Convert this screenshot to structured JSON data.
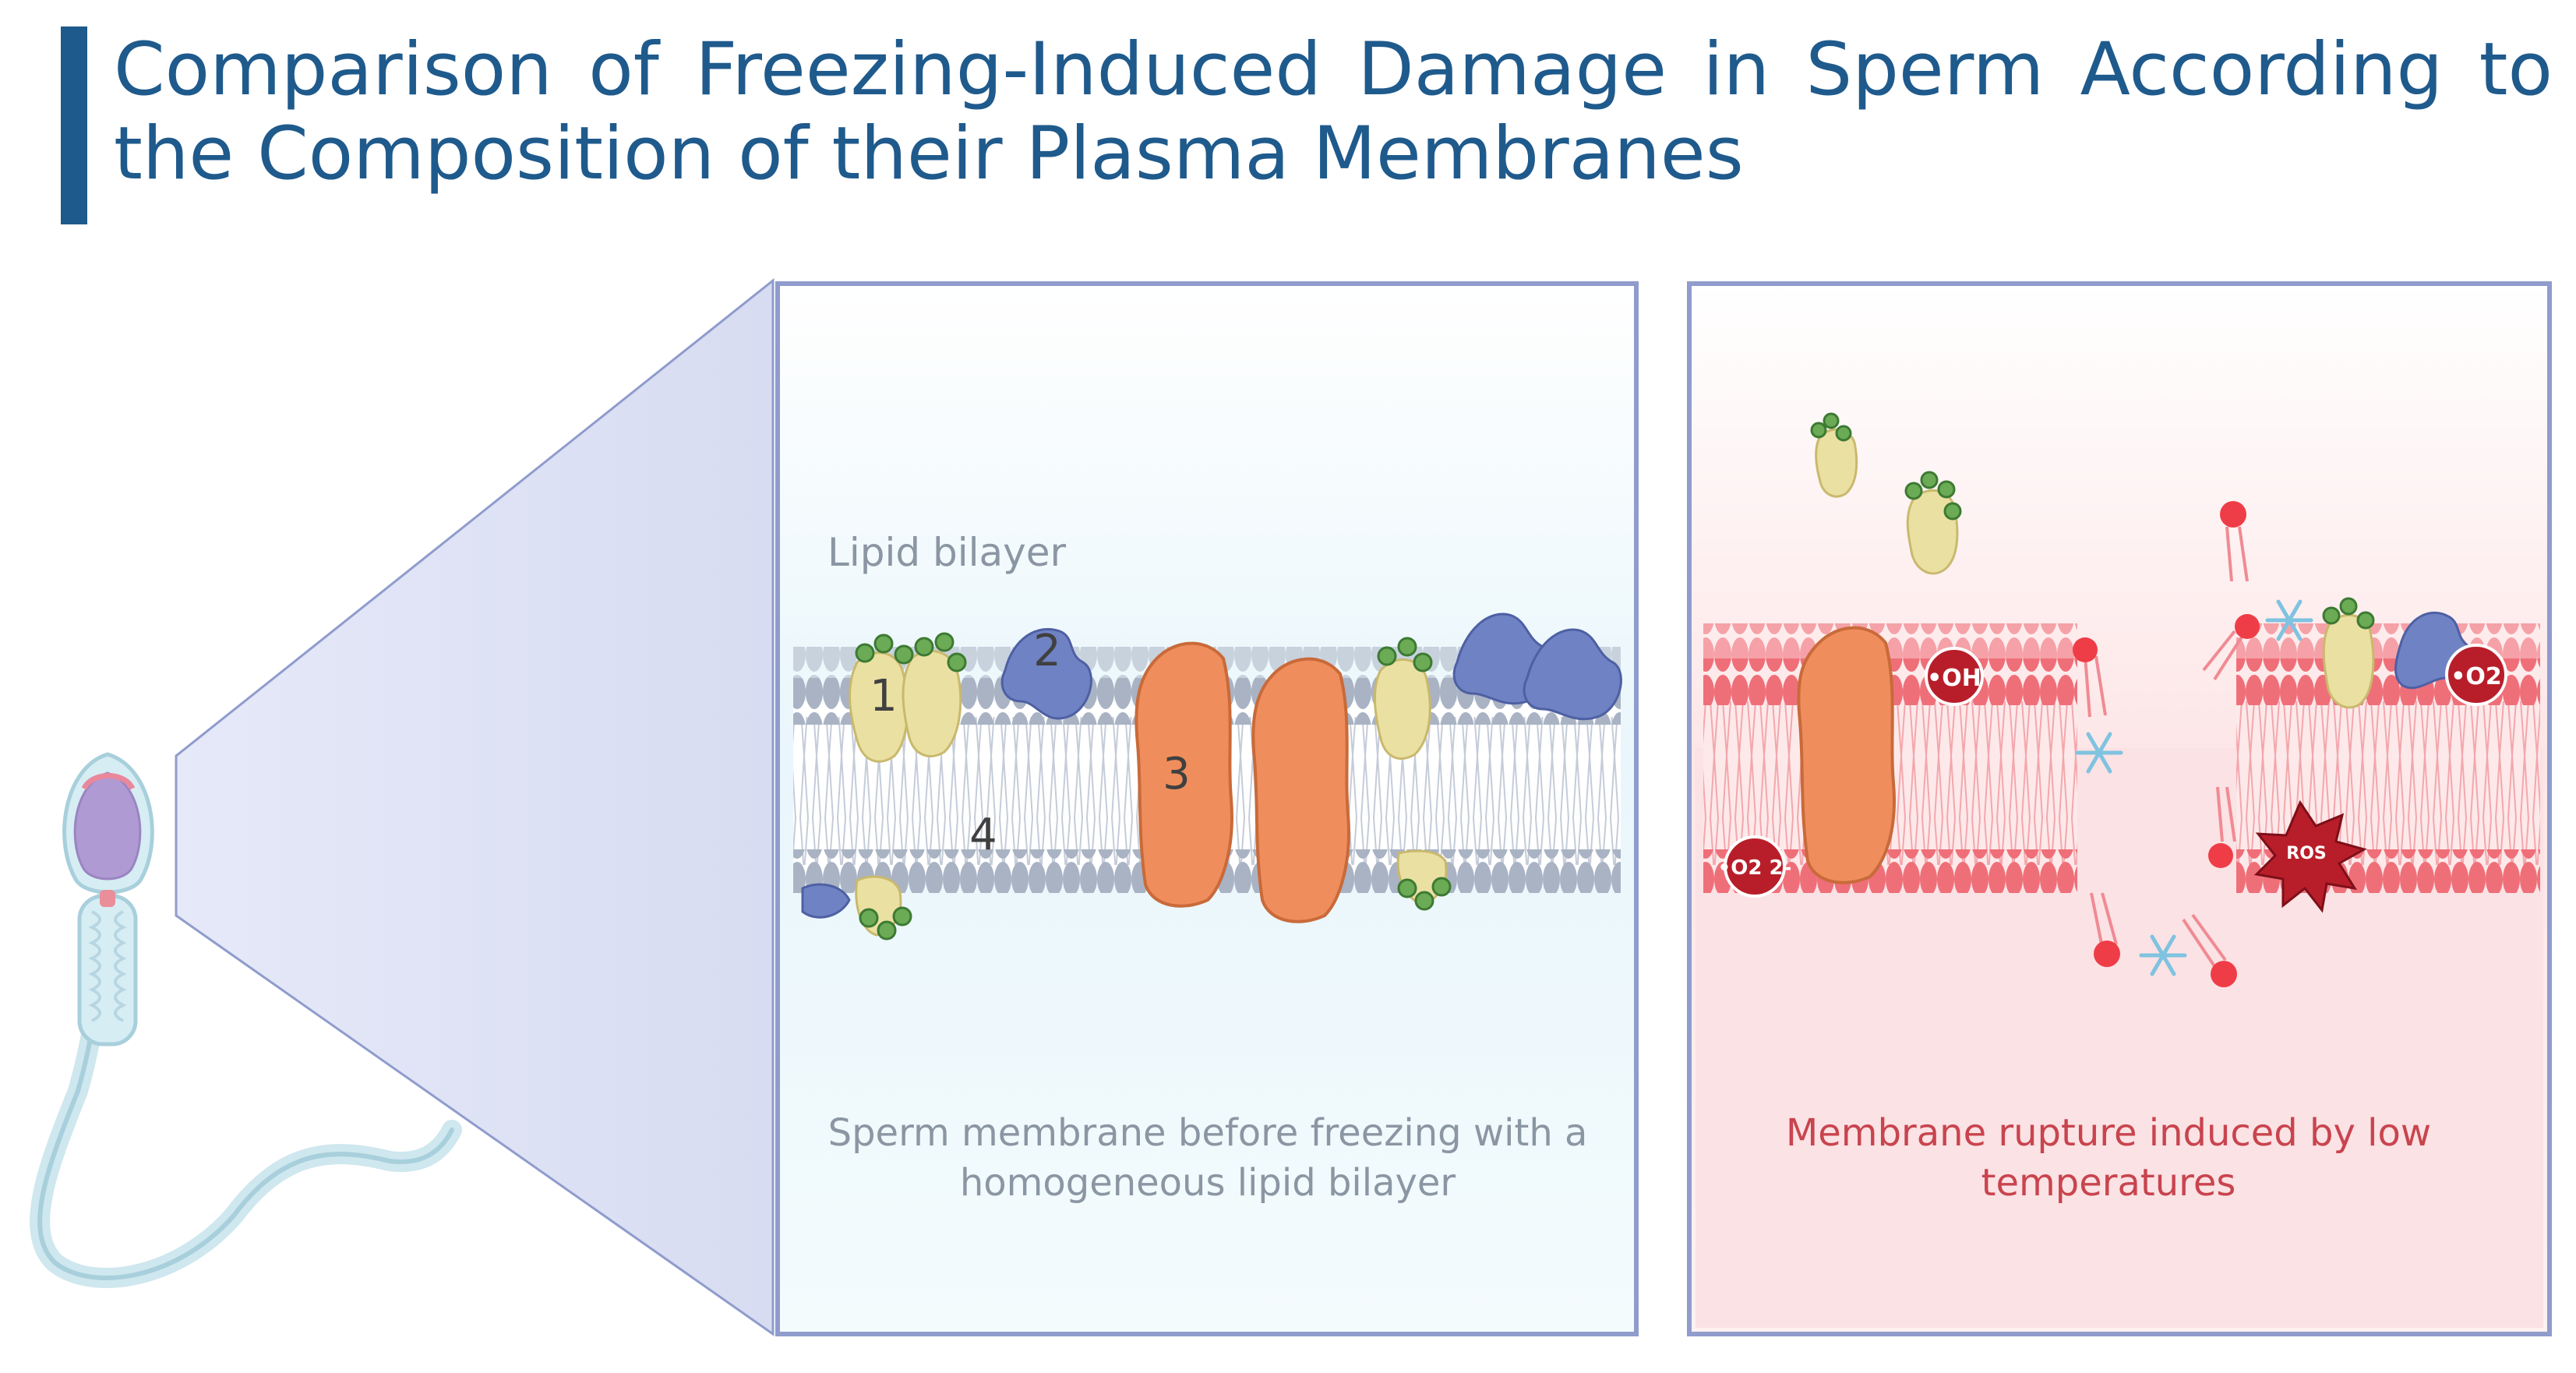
{
  "title": "Comparison of Freezing-Induced Damage in Sperm According to the Composition of their Plasma Membranes",
  "left_panel": {
    "label": "Lipid bilayer",
    "markers": [
      "1",
      "2",
      "3",
      "4"
    ],
    "caption": "Sperm membrane before freezing with a homogeneous lipid bilayer"
  },
  "right_panel": {
    "caption": "Membrane rupture induced by low temperatures",
    "ros_label": "ROS",
    "radicals": [
      "•OH",
      "•O2",
      "•O2 2-"
    ]
  },
  "colors": {
    "title": "#1f5a8c",
    "left_caption": "#8b96a3",
    "right_caption": "#c8444e",
    "panel_border": "#8f9ccc",
    "membrane_left": "#a9b3c4",
    "membrane_right": "#f0707a",
    "protein_orange": "#ef8e5c",
    "protein_yellow": "#eae0a2",
    "protein_blue": "#6f82c4",
    "radical": "#b81e2a"
  }
}
